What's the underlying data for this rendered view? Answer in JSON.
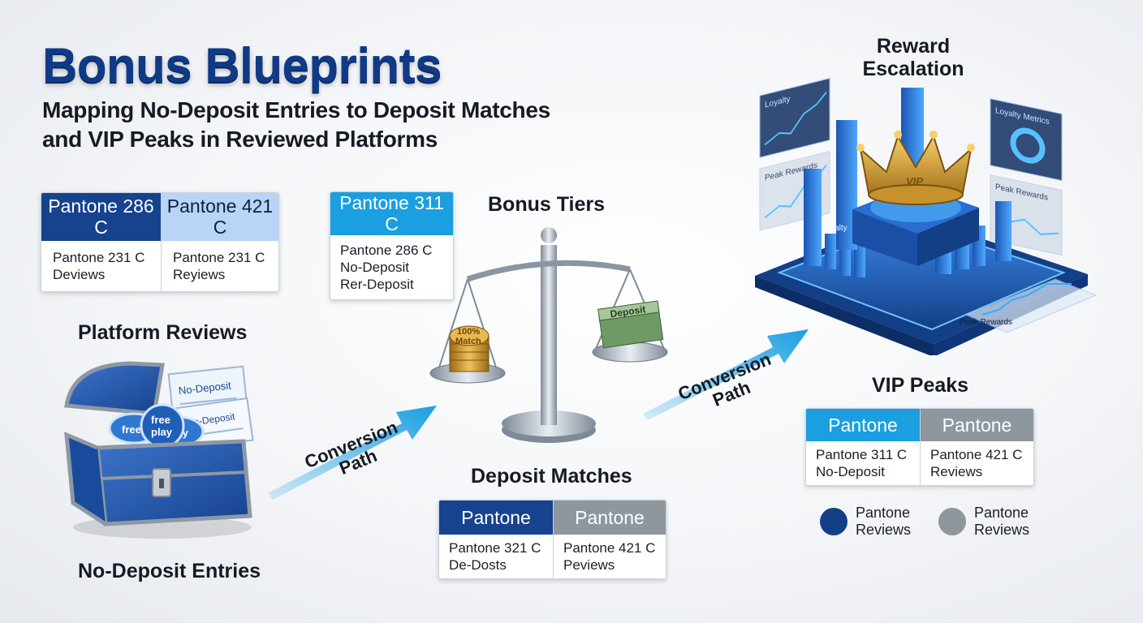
{
  "header": {
    "title": "Bonus Blueprints",
    "subtitle_line1": "Mapping No-Deposit Entries to Deposit Matches",
    "subtitle_line2": "and VIP Peaks in Reviewed Platforms"
  },
  "cards": {
    "card_a": {
      "left": {
        "header": "Pantone 286 C",
        "body1": "Pantone 231 C",
        "body2": "Deviews"
      },
      "right": {
        "header": "Pantone 421 C",
        "body1": "Pantone 231 C",
        "body2": "Reyiews"
      }
    },
    "card_b": {
      "header": "Pantone 311 C",
      "body1": "Pantone 286 C",
      "body2": "No-Deposit",
      "body3": "Rer-Deposit"
    },
    "card_c": {
      "left": {
        "header": "Pantone",
        "body1": "Pantone 321 C",
        "body2": "De-Dosts"
      },
      "right": {
        "header": "Pantone",
        "body1": "Pantone 421 C",
        "body2": "Peviews"
      }
    },
    "card_d": {
      "left": {
        "header": "Pantone",
        "body1": "Pantone 311 C",
        "body2": "No-Deposit"
      },
      "right": {
        "header": "Pantone",
        "body1": "Pantone 421 C",
        "body2": "Reviews"
      }
    }
  },
  "labels": {
    "platform_reviews": "Platform Reviews",
    "no_deposit_entries": "No-Deposit Entries",
    "bonus_tiers": "Bonus Tiers",
    "deposit_matches": "Deposit Matches",
    "reward_escalation_1": "Reward",
    "reward_escalation_2": "Escalation",
    "vip_peaks": "VIP Peaks",
    "conversion_path_1a": "Conversion",
    "conversion_path_1b": "Path",
    "conversion_path_2a": "Conversion",
    "conversion_path_2b": "Path"
  },
  "illustration_text": {
    "chest_paper1": "No-Deposit",
    "chest_paper2": "No-Deposit",
    "chip1_a": "free",
    "chip1_b": "play",
    "chip2": "free",
    "chip3": "play",
    "coins_1": "100%",
    "coins_2": "Match",
    "cash": "Deposit",
    "crown": "VIP",
    "panel_loyalty": "Loyalty",
    "panel_metrics": "Loyalty Metrics",
    "panel_peak_left": "Peak Rewards",
    "panel_peak_right": "Peak Rewards",
    "platform_loyalty": "Loyalty",
    "platform_peak": "Peak Rewards"
  },
  "legend": [
    {
      "color": "#123f86",
      "line1": "Pantone",
      "line2": "Reviews"
    },
    {
      "color": "#8f979c",
      "line1": "Pantone",
      "line2": "Reviews"
    }
  ],
  "colors": {
    "brand_blue": "#16428e",
    "light_blue": "#b9d4f7",
    "cyan": "#1a9fe0",
    "grey": "#8e969e"
  }
}
